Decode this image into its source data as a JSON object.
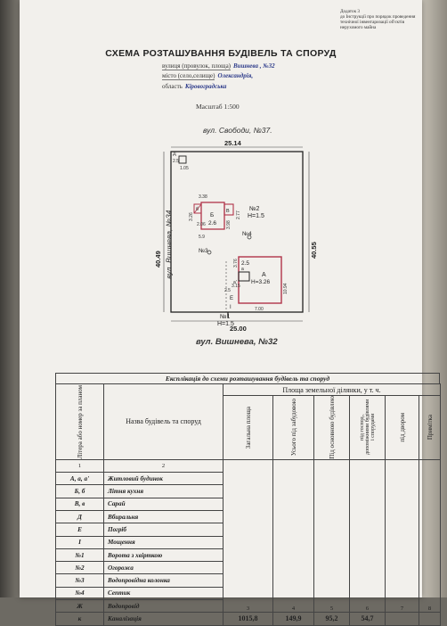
{
  "note": {
    "line1": "Додаток 3",
    "line2": "до Інструкції про порядок проведення",
    "line3": "технічної інвентаризації об'єктів",
    "line4": "нерухомого майна"
  },
  "title": "СХЕМА РОЗТАШУВАННЯ БУДІВЕЛЬ ТА СПОРУД",
  "address": {
    "street_label": "вулиця (провулок, площа)",
    "street_value": "Вишнева , №32",
    "city_label": "місто (село,селище)",
    "city_value": "Олександрія,",
    "region_label": "область",
    "region_value": "Кіровоградська"
  },
  "scale": "Масштаб 1:500",
  "plan": {
    "street_top": "вул. Свободи, №37.",
    "street_bottom": "вул. Вишнева, №32",
    "street_left": "вул. Вишнева, №34.",
    "dim_top": "25.14",
    "dim_bottom": "25.00",
    "dim_left": "40.49",
    "dim_right": "40.55",
    "corner_label": "Д",
    "corner_v1": "2.5",
    "corner_v2": "1.05",
    "b_label": "Б",
    "b_value": "2.6",
    "b_small": "б",
    "b_w": "3.38",
    "b_h1": "3.26",
    "b_h2": "2.06",
    "b_h3": "3.98",
    "v_label": "В",
    "v_w": "2.77",
    "a_label": "А",
    "a_h": "H=3.26",
    "a_small": "а",
    "a_small2": "а'",
    "a_v": "2.5",
    "a_len": "10.94",
    "a_w": "7.00",
    "a_side": "3.76",
    "a_side2": "3.15",
    "a_side3": "2.5",
    "e_label": "Е",
    "i_label": "І",
    "n1": "№1",
    "n1_h": "H=1.5",
    "n2": "№2",
    "n2_h": "H=1.5",
    "n3": "№3",
    "n4": "№4",
    "dim_59": "5.9"
  },
  "table": {
    "title": "Експлікація до схеми розташування будівель та споруд",
    "h_litera": "Літера або номер за планом",
    "h_name": "Назва будівель та споруд",
    "h_area": "Площа земельної ділянки, у т. ч.",
    "h_total": "Загальна площа",
    "h_built": "Усього під забудовою",
    "h_main": "Під основною будівлею",
    "h_aux": "під господ., допоміжними будівлями і спорудами",
    "h_yard": "під двором",
    "h_note": "Примітка",
    "col1": "1",
    "col2": "2",
    "col3": "3",
    "col4": "4",
    "col5": "5",
    "col6": "6",
    "col7": "7",
    "col8": "8",
    "rows": [
      {
        "lit": "А, а, а'",
        "name": "Житловий будинок"
      },
      {
        "lit": "Б, б",
        "name": "Літня кухня"
      },
      {
        "lit": "В, в",
        "name": "Сарай"
      },
      {
        "lit": "Д",
        "name": "Вбиральня"
      },
      {
        "lit": "Е",
        "name": "Погріб"
      },
      {
        "lit": "І",
        "name": "Мощення"
      },
      {
        "lit": "№1",
        "name": "Ворота з хвірткою"
      },
      {
        "lit": "№2",
        "name": "Огорожа"
      },
      {
        "lit": "№3",
        "name": "Водопровідна колонка"
      },
      {
        "lit": "№4",
        "name": "Септик"
      },
      {
        "lit": "Ж",
        "name": "Водопровід"
      },
      {
        "lit": "к",
        "name": "Каналізація"
      }
    ],
    "totals": {
      "total": "1015,8",
      "built": "149,9",
      "main": "95,2",
      "aux": "54,7"
    }
  }
}
